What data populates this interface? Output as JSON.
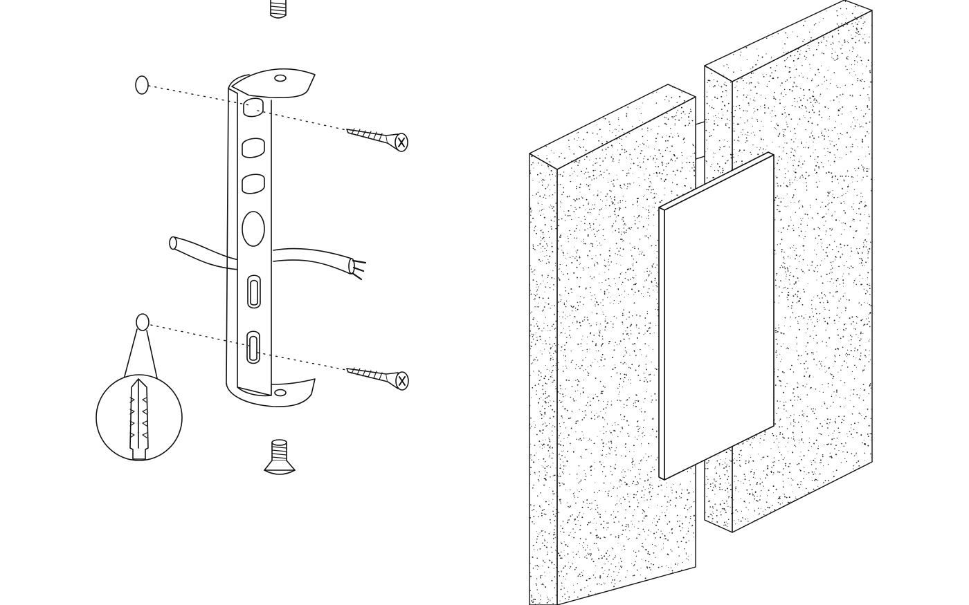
{
  "diagram": {
    "colors": {
      "line": "#111111",
      "paper": "#ffffff",
      "hole_fill": "#ececec",
      "speckle": "#222222"
    },
    "left_assembly": {
      "parts": [
        "mounting-bracket",
        "wood-screw",
        "wood-screw",
        "machine-screw",
        "machine-screw",
        "wall-plug",
        "power-cable",
        "drill-hole-marker",
        "drill-hole-marker"
      ]
    },
    "right_assembly": {
      "parts": [
        "front-wall-block",
        "rear-wall-block",
        "lamp-cover-plate"
      ],
      "texture": "speckled-concrete"
    }
  }
}
